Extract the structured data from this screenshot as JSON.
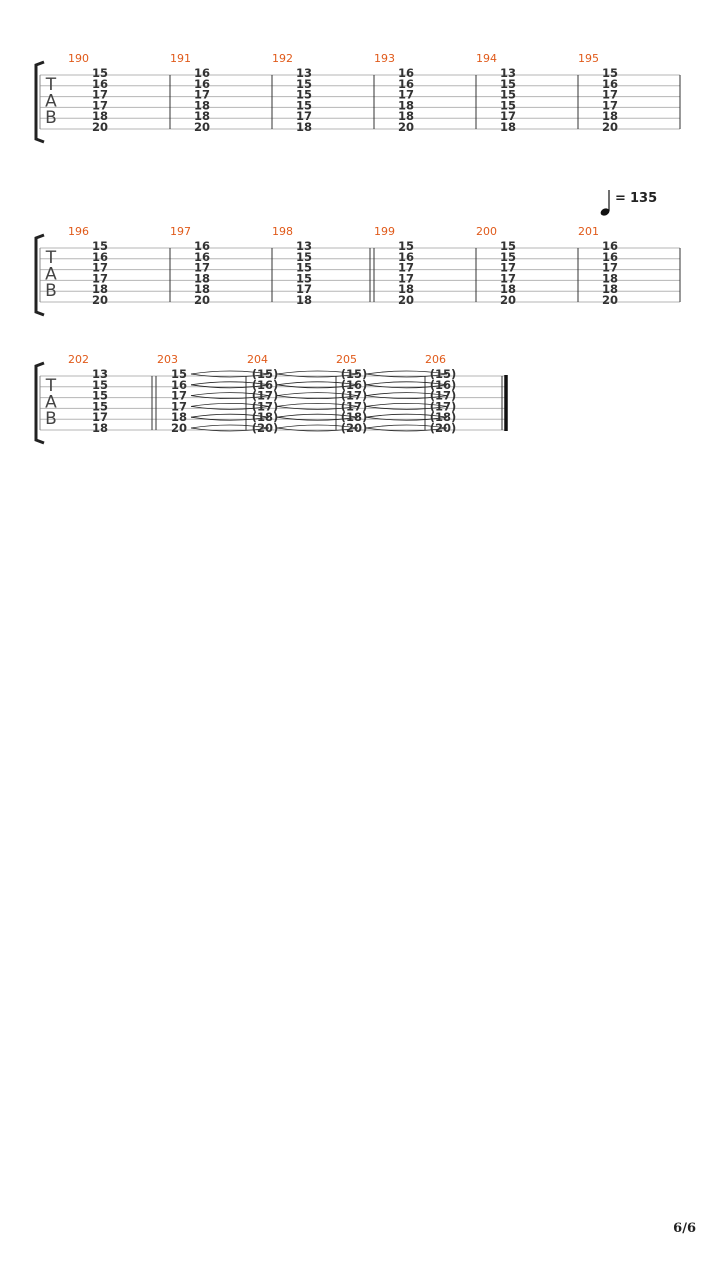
{
  "tab_letters": [
    "T",
    "A",
    "B"
  ],
  "tempo": {
    "equals": "=",
    "bpm": "135"
  },
  "page_number": "6/6",
  "systems": [
    {
      "measures": [
        {
          "number": "190",
          "frets": [
            "15",
            "16",
            "17",
            "17",
            "18",
            "20"
          ]
        },
        {
          "number": "191",
          "frets": [
            "16",
            "16",
            "17",
            "18",
            "18",
            "20"
          ]
        },
        {
          "number": "192",
          "frets": [
            "13",
            "15",
            "15",
            "15",
            "17",
            "18"
          ]
        },
        {
          "number": "193",
          "frets": [
            "16",
            "16",
            "17",
            "18",
            "18",
            "20"
          ]
        },
        {
          "number": "194",
          "frets": [
            "13",
            "15",
            "15",
            "15",
            "17",
            "18"
          ]
        },
        {
          "number": "195",
          "frets": [
            "15",
            "16",
            "17",
            "17",
            "18",
            "20"
          ]
        }
      ]
    },
    {
      "tempo_mark": true,
      "measures": [
        {
          "number": "196",
          "frets": [
            "15",
            "16",
            "17",
            "17",
            "18",
            "20"
          ]
        },
        {
          "number": "197",
          "frets": [
            "16",
            "16",
            "17",
            "18",
            "18",
            "20"
          ]
        },
        {
          "number": "198",
          "frets": [
            "13",
            "15",
            "15",
            "15",
            "17",
            "18"
          ],
          "repeat_end": true
        },
        {
          "number": "199",
          "frets": [
            "15",
            "16",
            "17",
            "17",
            "18",
            "20"
          ]
        },
        {
          "number": "200",
          "frets": [
            "15",
            "15",
            "17",
            "17",
            "18",
            "20"
          ]
        },
        {
          "number": "201",
          "frets": [
            "16",
            "16",
            "17",
            "18",
            "18",
            "20"
          ]
        }
      ]
    },
    {
      "measures": [
        {
          "number": "202",
          "frets": [
            "13",
            "15",
            "15",
            "15",
            "17",
            "18"
          ],
          "repeat_end": true
        },
        {
          "number": "203",
          "frets": [
            "15",
            "16",
            "17",
            "17",
            "18",
            "20"
          ],
          "tremolo": true
        },
        {
          "number": "204",
          "frets": [
            "(15)",
            "(16)",
            "(17)",
            "(17)",
            "(18)",
            "(20)"
          ],
          "tremolo": true
        },
        {
          "number": "205",
          "frets": [
            "(15)",
            "(16)",
            "(17)",
            "(17)",
            "(18)",
            "(20)"
          ],
          "tremolo": true
        },
        {
          "number": "206",
          "frets": [
            "(15)",
            "(16)",
            "(17)",
            "(17)",
            "(18)",
            "(20)"
          ],
          "final": true
        }
      ]
    }
  ]
}
